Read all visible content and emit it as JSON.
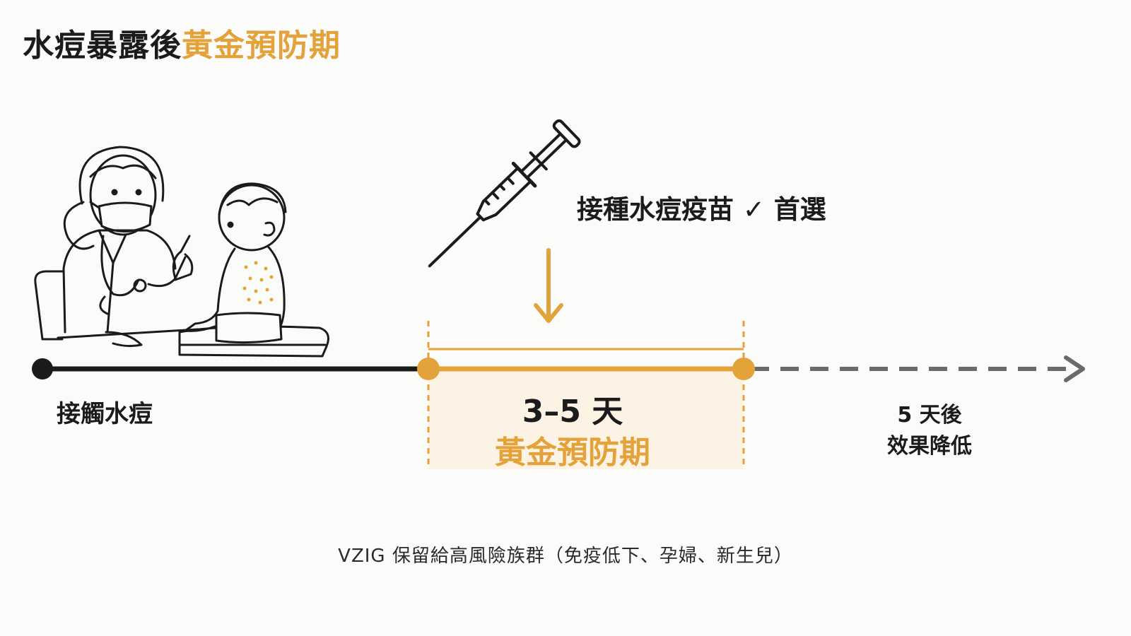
{
  "title": {
    "main": "水痘暴露後",
    "highlight": "黃金預防期"
  },
  "colors": {
    "accent": "#e4a23a",
    "accent_fill": "#fdf3e4",
    "ink": "#1b1b1b",
    "muted": "#6a6a6a"
  },
  "icons": {
    "illustration": "doctor-examining-child-illustration",
    "syringe": "syringe-icon",
    "arrow": "arrow-down-icon"
  },
  "vaccine": {
    "note": "接種水痘疫苗 ✓ 首選"
  },
  "timeline": {
    "exposure_label": "接觸水痘",
    "window_days": "3–5 天",
    "window_label": "黃金預防期",
    "after_days": "5 天後",
    "after_effect": "效果降低"
  },
  "footnote": "VZIG 保留給高風險族群（免疫低下、孕婦、新生兒）"
}
